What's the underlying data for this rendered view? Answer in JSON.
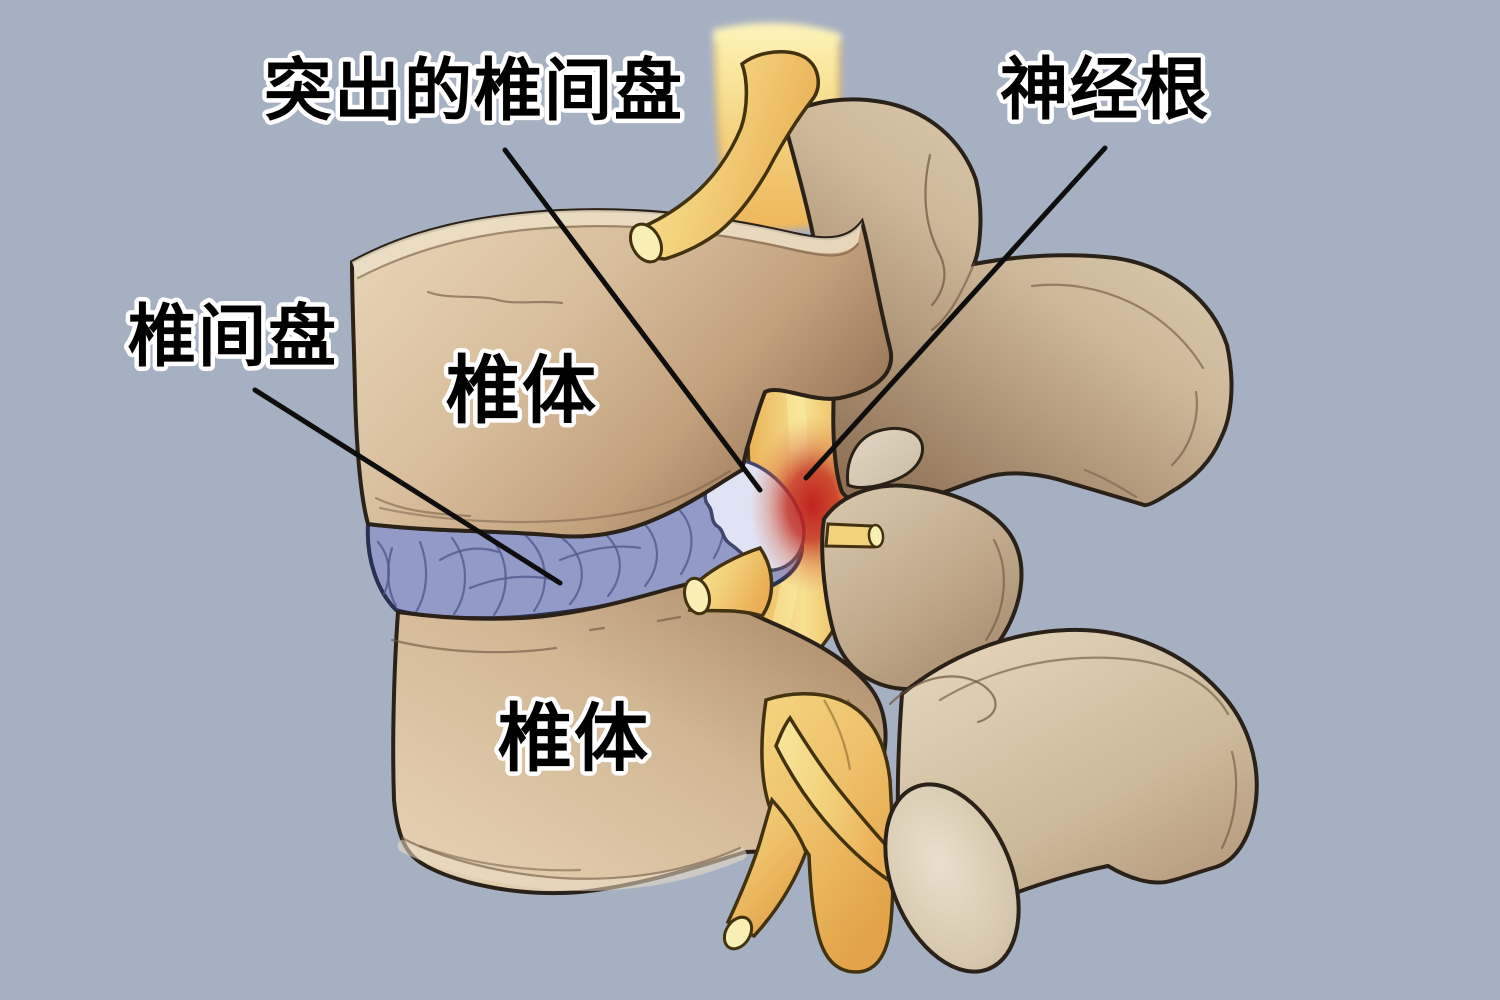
{
  "figure": {
    "labels": {
      "herniated_disc": "突出的椎间盘",
      "nerve_root": "神经根",
      "disc": "椎间盘",
      "vertebral_body_upper": "椎体",
      "vertebral_body_lower": "椎体"
    },
    "colors": {
      "background": "#a6b0c3",
      "bone_light": "#e8d7b9",
      "bone_mid": "#d0b490",
      "bone_dark": "#96775e",
      "posterior_bone": "#d8c8ad",
      "disc": "#929bc8",
      "disc_fiber": "#4e588c",
      "disc_outline": "#2a3052",
      "herniation": "#e0e3f4",
      "inflammation": "#c11f1f",
      "nerve": "#f3cd74",
      "nerve_highlight": "#f8efb4",
      "outline": "#2a2118",
      "leader_line": "#0e0e0e",
      "label_text": "#000000",
      "label_halo": "#ffffff"
    }
  }
}
